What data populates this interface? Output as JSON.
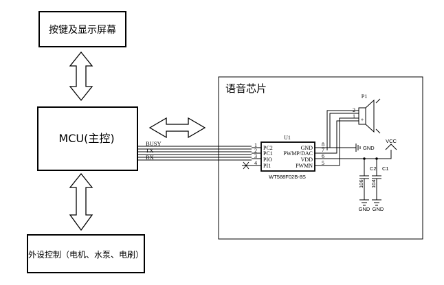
{
  "blocks": {
    "keys_display": "按键及显示屏幕",
    "mcu": "MCU(主控)",
    "peripherals": "外设控制（电机、水泵、电刷）",
    "voice_chip": "语音芯片"
  },
  "signals": [
    "BUSY",
    "TX",
    "RX"
  ],
  "chip": {
    "ref": "U1",
    "part": "WT588F02B-8S",
    "left_pins": [
      {
        "num": "1",
        "name": "PC2"
      },
      {
        "num": "2",
        "name": "PC1"
      },
      {
        "num": "3",
        "name": "PIO"
      },
      {
        "num": "4",
        "name": "PI1"
      }
    ],
    "right_pins": [
      {
        "num": "8",
        "name": "GND"
      },
      {
        "num": "7",
        "name": "PWMP/DAC"
      },
      {
        "num": "6",
        "name": "VDD"
      },
      {
        "num": "5",
        "name": "PWMN"
      }
    ]
  },
  "speaker": {
    "ref": "P1",
    "pin_top": "2",
    "pin_bottom": "1",
    "plus": "+"
  },
  "power": {
    "gnd": "GND",
    "vcc": "VCC"
  },
  "caps": [
    {
      "ref": "C2",
      "value": "106"
    },
    {
      "ref": "C1",
      "value": "104"
    }
  ]
}
